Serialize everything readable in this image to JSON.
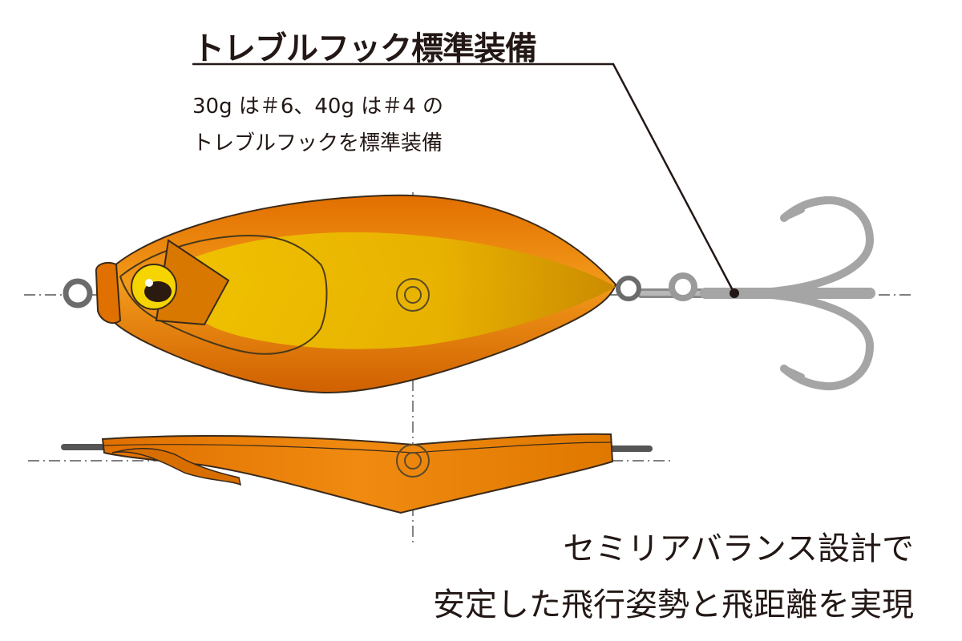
{
  "hook": {
    "title": "トレブルフック標準装備",
    "description_line1": "30g は＃6、40g は＃4 の",
    "description_line2": "トレブルフックを標準装備"
  },
  "balance": {
    "line1": "セミリアバランス設計で",
    "line2": "安定した飛行姿勢と飛距離を実現"
  },
  "colors": {
    "body_orange": "#e87b00",
    "body_gold": "#e8b800",
    "hook_gray": "#a0a0a0",
    "text": "#231815"
  }
}
